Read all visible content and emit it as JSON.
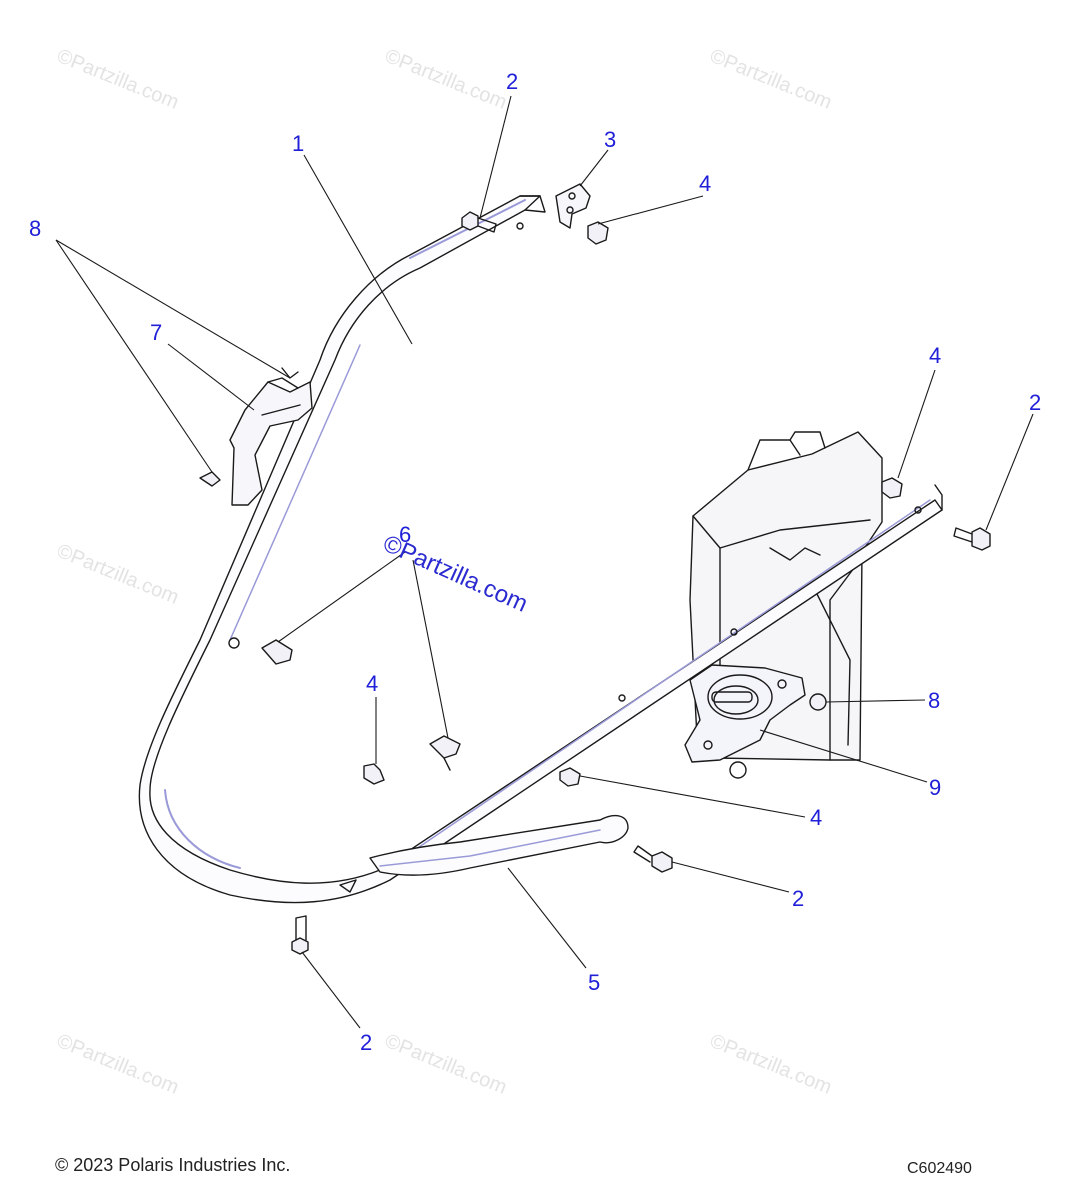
{
  "watermark": {
    "small": "©Partzilla.com",
    "center": "©Partzilla.com"
  },
  "callouts": {
    "c1": "1",
    "c2a": "2",
    "c3": "3",
    "c4a": "4",
    "c8": "8",
    "c7": "7",
    "c4b": "4",
    "c2b": "2",
    "c6": "6",
    "c4c": "4",
    "c8b": "8",
    "c9": "9",
    "c4d": "4",
    "c2c": "2",
    "c5": "5",
    "c2d": "2"
  },
  "footer": {
    "copyright": "© 2023 Polaris Industries Inc.",
    "code": "C602490"
  },
  "colors": {
    "callout": "#2020d8",
    "line_art": "#1a1a1a",
    "shading": "#9a9ad8",
    "watermark": "#e3e3e3"
  }
}
